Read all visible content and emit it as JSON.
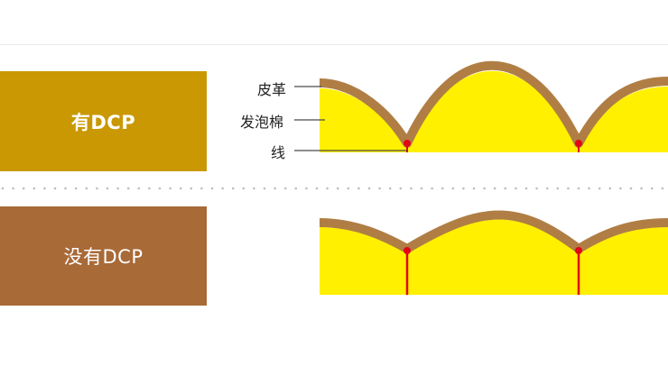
{
  "colors": {
    "with_dcp_box": "#C99803",
    "without_dcp_box": "#A86A37",
    "leather": "#B07E45",
    "foam": "#FFF000",
    "line": "#E30613",
    "pointer": "#4A4A4A",
    "separator": "#BDBDBD"
  },
  "panels": {
    "with_dcp": {
      "label": "有DCP"
    },
    "without_dcp": {
      "label": "没有DCP"
    }
  },
  "labels": {
    "leather": "皮革",
    "foam": "发泡棉",
    "line": "线"
  }
}
